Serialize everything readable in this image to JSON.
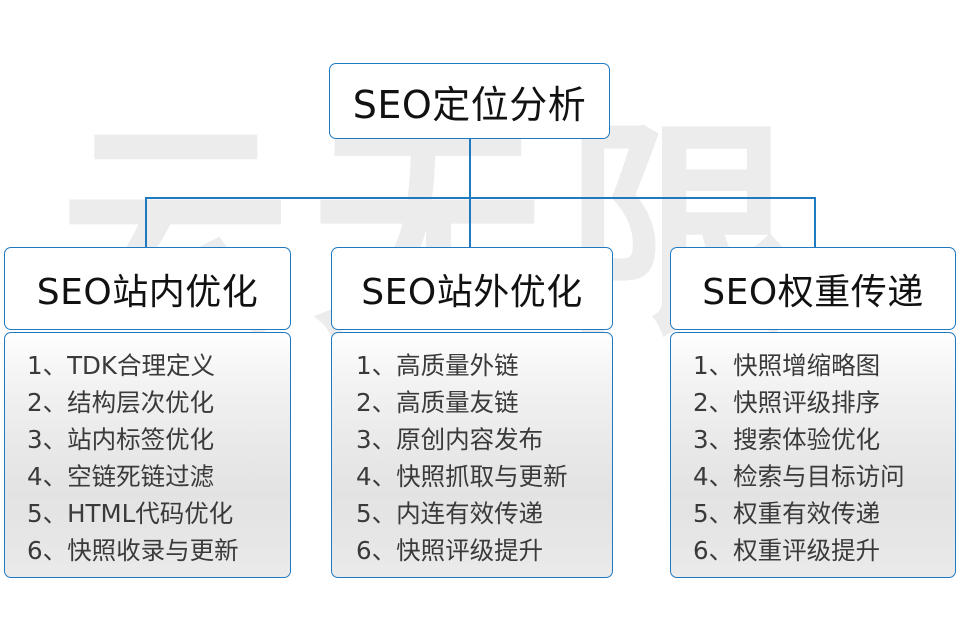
{
  "watermark": {
    "text": "云无限"
  },
  "colors": {
    "line": "#1f7ac0",
    "border": "#2079bf",
    "header_bg": "#ffffff",
    "body_bg_top": "#ffffff",
    "body_bg_mid": "#e3e3e3",
    "text": "#111111",
    "item_text": "#3a3a3a"
  },
  "root": {
    "label": "SEO定位分析"
  },
  "columns": [
    {
      "header": "SEO站内优化",
      "items": [
        "1、TDK合理定义",
        "2、结构层次优化",
        "3、站内标签优化",
        "4、空链死链过滤",
        "5、HTML代码优化",
        "6、快照收录与更新"
      ]
    },
    {
      "header": "SEO站外优化",
      "items": [
        "1、高质量外链",
        "2、高质量友链",
        "3、原创内容发布",
        "4、快照抓取与更新",
        "5、内连有效传递",
        "6、快照评级提升"
      ]
    },
    {
      "header": "SEO权重传递",
      "items": [
        "1、快照增缩略图",
        "2、快照评级排序",
        "3、搜索体验优化",
        "4、检索与目标访问",
        "5、权重有效传递",
        "6、权重评级提升"
      ]
    }
  ]
}
